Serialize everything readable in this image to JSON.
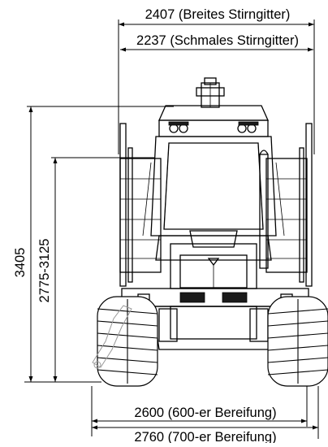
{
  "dimensions": {
    "width_wide_grille": "2407 (Breites Stirngitter)",
    "width_narrow_grille": "2237 (Schmales Stirngitter)",
    "total_height": "3405",
    "height_range": "2775-3125",
    "width_600_tires": "2600 (600-er Bereifung)",
    "width_700_tires": "2760 (700-er Bereifung)"
  }
}
